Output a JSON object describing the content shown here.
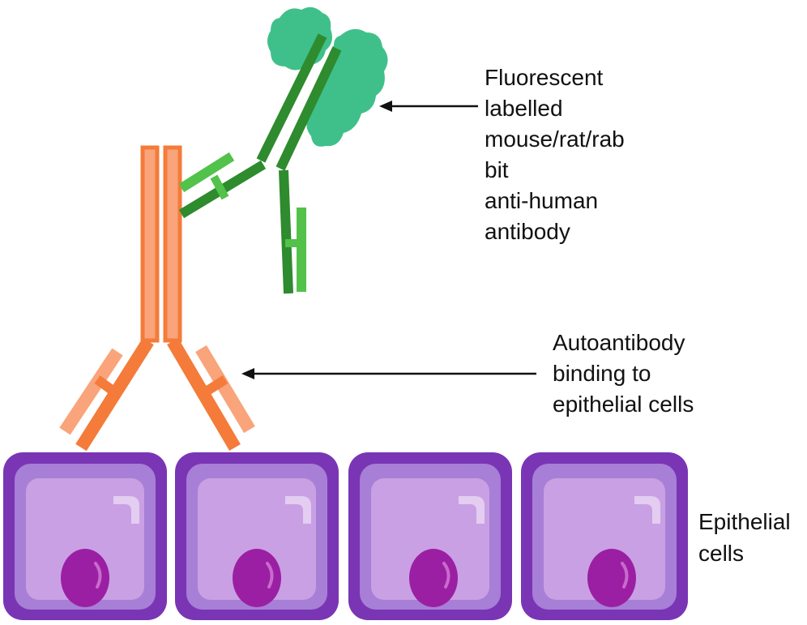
{
  "labels": {
    "fluorescent": [
      "Fluorescent",
      "labelled",
      "mouse/rat/rab",
      "bit",
      "anti-human",
      "antibody"
    ],
    "autoantibody": [
      "Autoantibody",
      "binding to",
      "epithelial cells"
    ],
    "epithelial": [
      "Epithelial",
      "cells"
    ]
  },
  "colors": {
    "autoantibody_dark": "#F47B3A",
    "autoantibody_light": "#F9A47A",
    "secondary_dark": "#2E8B2E",
    "secondary_light": "#52C24A",
    "fluorophore": "#3FC08A",
    "cell_border": "#7A35B5",
    "cell_body": "#A77FD6",
    "cell_inner": "#C9A0E4",
    "nucleus": "#9B1FA3",
    "arrow": "#111111"
  }
}
